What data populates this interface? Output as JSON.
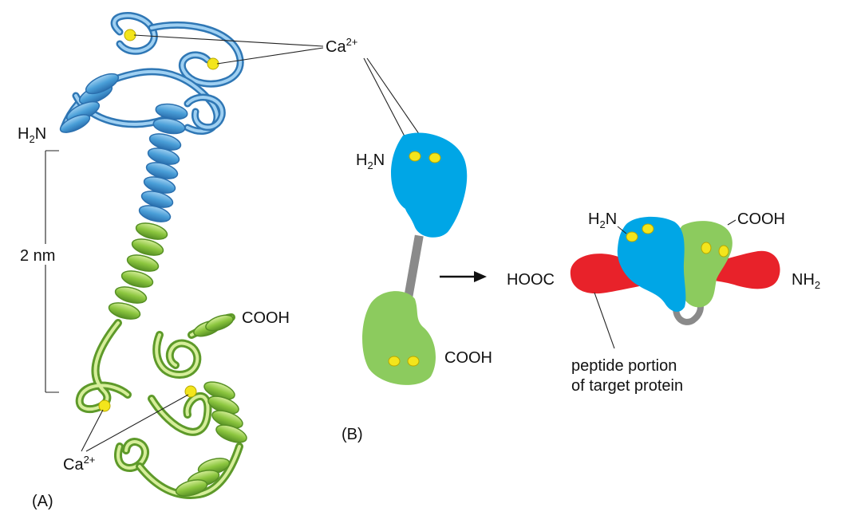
{
  "panel_a": {
    "label": "(A)",
    "calcium_top": {
      "base": "Ca",
      "charge": "2+"
    },
    "calcium_bottom": {
      "base": "Ca",
      "charge": "2+"
    },
    "n_terminus": {
      "base": "H",
      "sub": "2",
      "tail": "N"
    },
    "c_terminus": "COOH",
    "scale_label": "2 nm"
  },
  "panel_b": {
    "label": "(B)",
    "free": {
      "n_terminus": {
        "base": "H",
        "sub": "2",
        "tail": "N"
      },
      "c_terminus": "COOH"
    },
    "bound": {
      "n_terminus": {
        "base": "H",
        "sub": "2",
        "tail": "N"
      },
      "c_terminus": "COOH",
      "peptide_left": "HOOC",
      "peptide_right": {
        "base": "NH",
        "sub": "2"
      },
      "peptide_caption_line1": "peptide portion",
      "peptide_caption_line2": "of target protein"
    }
  },
  "colors": {
    "n_domain": "#4a9fd8",
    "n_domain_dark": "#2f77b5",
    "c_domain": "#8cc63f",
    "c_domain_dark": "#5e9a2a",
    "calcium": "#f3e51c",
    "peptide": "#e8222a",
    "linker": "#8a8a8a",
    "domain_b_n": "#00a6e6",
    "domain_b_c": "#8ccb5e"
  }
}
